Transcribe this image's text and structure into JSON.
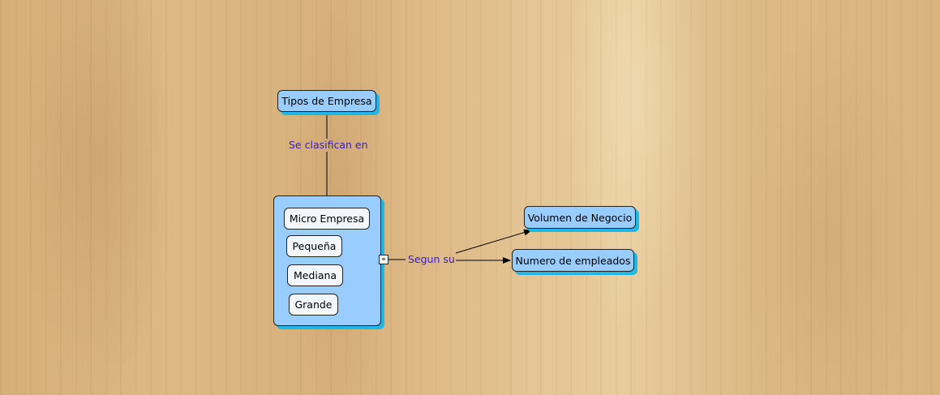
{
  "concept_map": {
    "root": {
      "label": "Tipos de Empresa"
    },
    "link_classify": {
      "label": "Se clasifican en"
    },
    "group": {
      "items": [
        "Micro Empresa",
        "Pequeña",
        "Mediana",
        "Grande"
      ],
      "expander_symbol": "«"
    },
    "link_segun": {
      "label": "Segun su"
    },
    "targets": [
      "Volumen de Negocio",
      "Numero de empleados"
    ]
  },
  "colors": {
    "node_fill": "#99ccff",
    "node_shadow": "#1fb8e6",
    "inner_fill": "#f3f7fc",
    "link_text": "#3a1dbf",
    "line": "#000000"
  }
}
